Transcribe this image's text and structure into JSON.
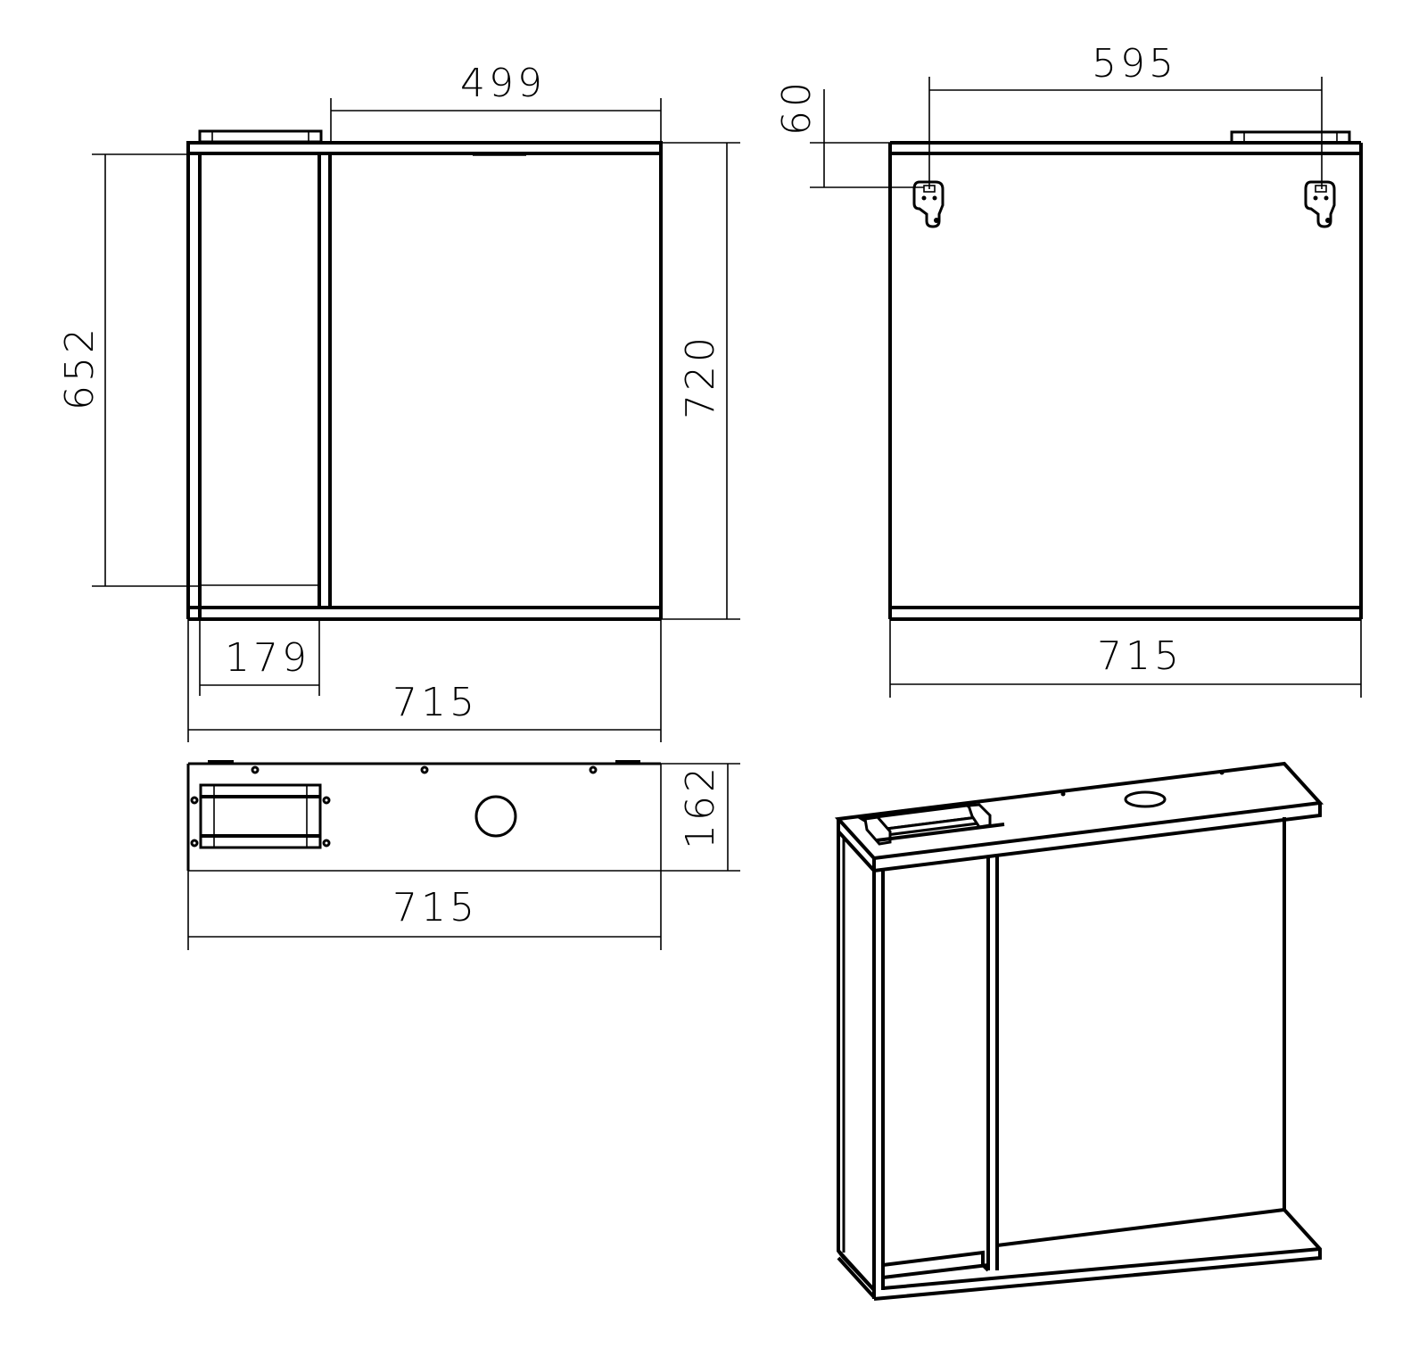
{
  "drawing": {
    "type": "technical drawing - wall mirror cabinet",
    "stroke_color": "#000000",
    "background": "#ffffff"
  },
  "views": {
    "front": {
      "dimensions": {
        "top_width": "499",
        "left_height": "652",
        "right_height": "720",
        "shelf_width": "179",
        "overall_width": "715"
      }
    },
    "back": {
      "dimensions": {
        "hook_spacing": "595",
        "hook_offset": "60",
        "overall_width": "715"
      }
    },
    "top": {
      "dimensions": {
        "depth": "162",
        "overall_width": "715"
      }
    },
    "isometric": {
      "label": ""
    }
  }
}
